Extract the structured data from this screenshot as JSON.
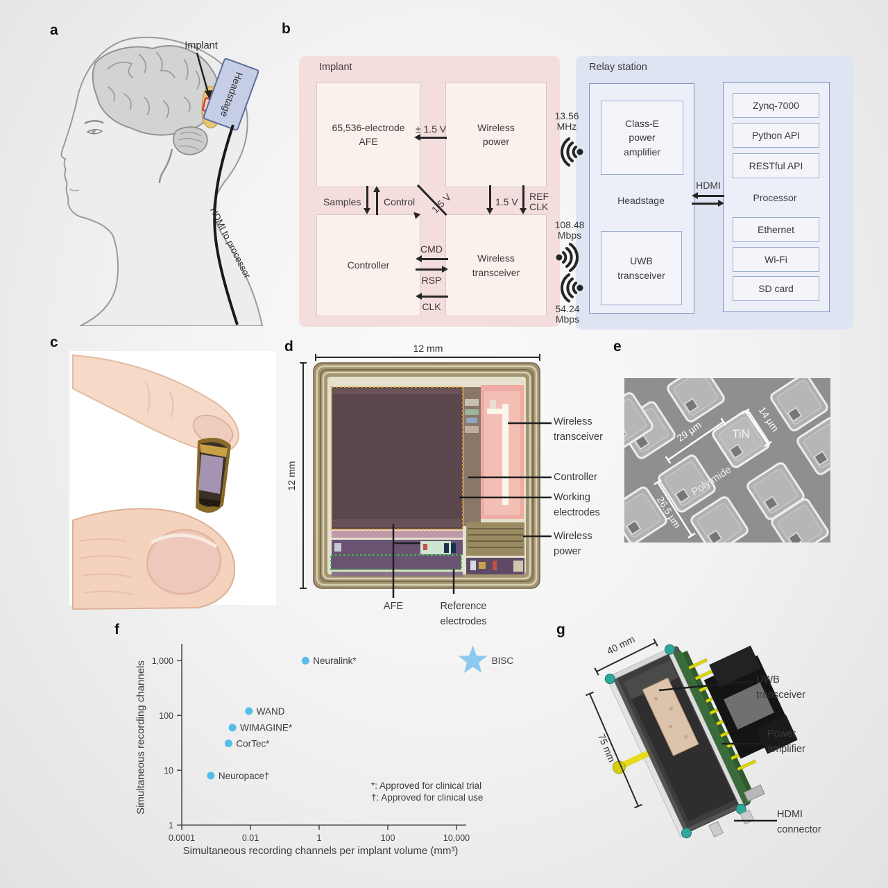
{
  "panels": {
    "a": "a",
    "b": "b",
    "c": "c",
    "d": "d",
    "e": "e",
    "f": "f",
    "g": "g"
  },
  "panel_a": {
    "implant_label": "Implant",
    "headstage_label": "Headstage",
    "cable_label": "HDMI to processor"
  },
  "panel_b": {
    "implant": {
      "title": "Implant",
      "afe_box": "65,536-electrode AFE",
      "wireless_power_box": "Wireless power",
      "controller_box": "Controller",
      "wireless_transceiver_box": "Wireless transceiver",
      "pm_15v": "± 1.5 V",
      "samples": "Samples",
      "control": "Control",
      "diag_15v": "1.5 V",
      "v15": "1.5 V",
      "ref": "REF",
      "clk_ref": "CLK",
      "cmd": "CMD",
      "rsp": "RSP",
      "clk": "CLK"
    },
    "relay": {
      "title": "Relay station",
      "headstage": "Headstage",
      "class_e_box": "Class-E power amplifier",
      "uwb_box": "UWB transceiver",
      "processor": "Processor",
      "hdmi": "HDMI",
      "modules": [
        "Zynq-7000",
        "Python API",
        "RESTful API",
        "Ethernet",
        "Wi-Fi",
        "SD card"
      ]
    },
    "wireless": {
      "freq_value": "13.56",
      "freq_unit": "MHz",
      "down_value": "108.48",
      "down_unit": "Mbps",
      "up_value": "54.24",
      "up_unit": "Mbps"
    }
  },
  "panel_d": {
    "dim_top": "12 mm",
    "dim_left": "12 mm",
    "label_wireless_transceiver": "Wireless transceiver",
    "label_controller": "Controller",
    "label_working_electrodes": "Working electrodes",
    "label_wireless_power": "Wireless power",
    "label_afe": "AFE",
    "label_reference_electrodes": "Reference electrodes"
  },
  "panel_e": {
    "label_tin": "TiN",
    "label_polyimide": "Polyimide",
    "dim_29": "29 µm",
    "dim_14": "14 µm",
    "dim_26_5": "26.5 µm"
  },
  "panel_f": {
    "chart_data": {
      "type": "scatter",
      "x_scale": "log",
      "y_scale": "log",
      "xlabel": "Simultaneous recording channels per implant volume (mm³)",
      "ylabel": "Simultaneous recording channels",
      "xlim": [
        0.0001,
        60000
      ],
      "ylim": [
        1,
        2000
      ],
      "grid": false,
      "x_ticks": [
        {
          "v": 0.0001,
          "label": "0.0001"
        },
        {
          "v": 0.01,
          "label": "0.01"
        },
        {
          "v": 1,
          "label": "1"
        },
        {
          "v": 100,
          "label": "100"
        },
        {
          "v": 10000,
          "label": "10,000"
        }
      ],
      "y_ticks": [
        {
          "v": 1,
          "label": "1"
        },
        {
          "v": 10,
          "label": "10"
        },
        {
          "v": 100,
          "label": "100"
        },
        {
          "v": 1000,
          "label": "1,000"
        }
      ],
      "points": [
        {
          "name": "Neuralink*",
          "x": 0.4,
          "y": 1000,
          "marker": "dot"
        },
        {
          "name": "WAND",
          "x": 0.009,
          "y": 120,
          "marker": "dot"
        },
        {
          "name": "WIMAGINE*",
          "x": 0.003,
          "y": 60,
          "marker": "dot"
        },
        {
          "name": "CorTec*",
          "x": 0.0023,
          "y": 31,
          "marker": "dot"
        },
        {
          "name": "Neuropace†",
          "x": 0.0007,
          "y": 8,
          "marker": "dot"
        },
        {
          "name": "BISC",
          "x": 30000,
          "y": 1000,
          "marker": "star"
        }
      ],
      "notes": [
        "*: Approved for clinical trial",
        "†: Approved for clinical use"
      ],
      "dot_color": "#55bde9",
      "star_color": "#8cc9ec",
      "legend_position": "inside lower right"
    }
  },
  "panel_g": {
    "dim_40": "40 mm",
    "dim_75": "75 mm",
    "label_uwb": "UWB transceiver",
    "label_pa": "Power amplifier",
    "label_hdmi": "HDMI connector"
  }
}
